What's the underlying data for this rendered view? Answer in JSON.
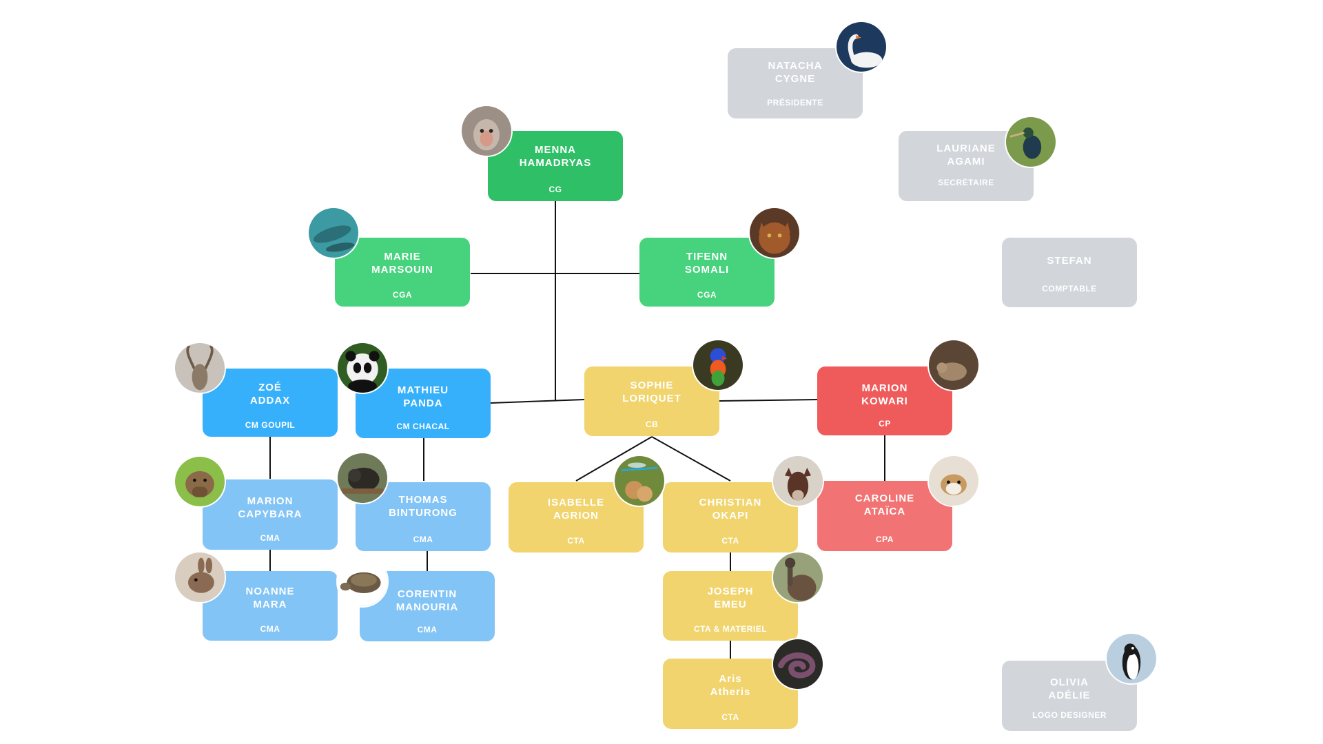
{
  "title": "",
  "nodes": [
    {
      "id": "menna",
      "name": "MENNA\nHAMADRYAS",
      "role": "CG",
      "avatar_icon": "baboon-icon"
    },
    {
      "id": "marie",
      "name": "MARIE\nMARSOUIN",
      "role": "CGA",
      "avatar_icon": "porpoise-icon"
    },
    {
      "id": "tifenn",
      "name": "TIFENN\nSOMALI",
      "role": "CGA",
      "avatar_icon": "somali-cat-icon"
    },
    {
      "id": "zoe",
      "name": "ZOÉ\nADDAX",
      "role": "CM GOUPIL",
      "avatar_icon": "addax-icon"
    },
    {
      "id": "mathieu",
      "name": "MATHIEU\nPANDA",
      "role": "CM CHACAL",
      "avatar_icon": "panda-icon"
    },
    {
      "id": "sophie",
      "name": "SOPHIE\nLORIQUET",
      "role": "CB",
      "avatar_icon": "lorikeet-icon"
    },
    {
      "id": "marionk",
      "name": "MARION\nKOWARI",
      "role": "CP",
      "avatar_icon": "kowari-icon"
    },
    {
      "id": "marionc",
      "name": "MARION\nCAPYBARA",
      "role": "CMA",
      "avatar_icon": "capybara-icon"
    },
    {
      "id": "thomas",
      "name": "THOMAS\nBINTURONG",
      "role": "CMA",
      "avatar_icon": "binturong-icon"
    },
    {
      "id": "isabelle",
      "name": "ISABELLE\nAGRION",
      "role": "CTA",
      "avatar_icon": "damselfly-icon"
    },
    {
      "id": "christian",
      "name": "CHRISTIAN\nOKAPI",
      "role": "CTA",
      "avatar_icon": "okapi-icon"
    },
    {
      "id": "caroline",
      "name": "CAROLINE\nATAÏCA",
      "role": "CPA",
      "avatar_icon": "ermine-icon"
    },
    {
      "id": "noanne",
      "name": "NOANNE\nMARA",
      "role": "CMA",
      "avatar_icon": "mara-icon"
    },
    {
      "id": "corentin",
      "name": "CORENTIN\nMANOURIA",
      "role": "CMA",
      "avatar_icon": "tortoise-icon"
    },
    {
      "id": "joseph",
      "name": "JOSEPH\nEMEU",
      "role": "CTA & MATERIEL",
      "avatar_icon": "emu-icon"
    },
    {
      "id": "aris",
      "name": "Aris\nAtheris",
      "role": "CTA",
      "avatar_icon": "viper-icon"
    },
    {
      "id": "natacha",
      "name": "NATACHA\nCYGNE",
      "role": "PRÉSIDENTE",
      "avatar_icon": "swan-icon"
    },
    {
      "id": "lauriane",
      "name": "LAURIANE\nAGAMI",
      "role": "SECRÉTAIRE",
      "avatar_icon": "agami-heron-icon"
    },
    {
      "id": "stefan",
      "name": "STEFAN",
      "role": "COMPTABLE",
      "avatar_icon": ""
    },
    {
      "id": "olivia",
      "name": "OLIVIA\nADÉLIE",
      "role": "LOGO DESIGNER",
      "avatar_icon": "adelie-penguin-icon"
    }
  ],
  "colors": {
    "cg": "#2fbf67",
    "cga": "#47d37e",
    "cm": "#37b0fb",
    "cma": "#83c4f6",
    "tech": "#f1d46d",
    "cp": "#ef5a5a",
    "cpa": "#f27373",
    "board": "#d2d5da"
  }
}
